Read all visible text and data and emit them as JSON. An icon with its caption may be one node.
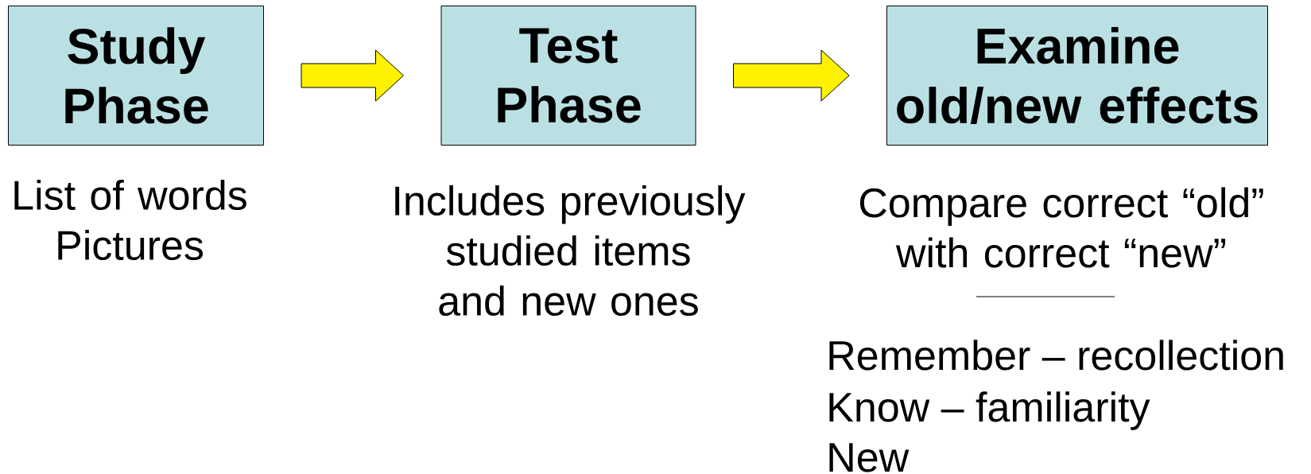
{
  "diagram": {
    "nodes": [
      {
        "text": [
          "Study Phase"
        ],
        "beside": [
          "List of words",
          "Pictures"
        ]
      },
      {
        "text": [
          "Test Phase"
        ],
        "beside": [
          "Includes previously studied items and new ones"
        ]
      },
      {
        "text": [
          "Examine old/new effects"
        ],
        "beside": [
          "Compare correct “old” with correct “new”",
          "Remember – recollection",
          "Know – familiarity",
          "New"
        ]
      }
    ],
    "edges": [
      {
        "from": 0,
        "to": 1,
        "arrow": "to"
      },
      {
        "from": 1,
        "to": 2,
        "arrow": "to"
      }
    ]
  }
}
